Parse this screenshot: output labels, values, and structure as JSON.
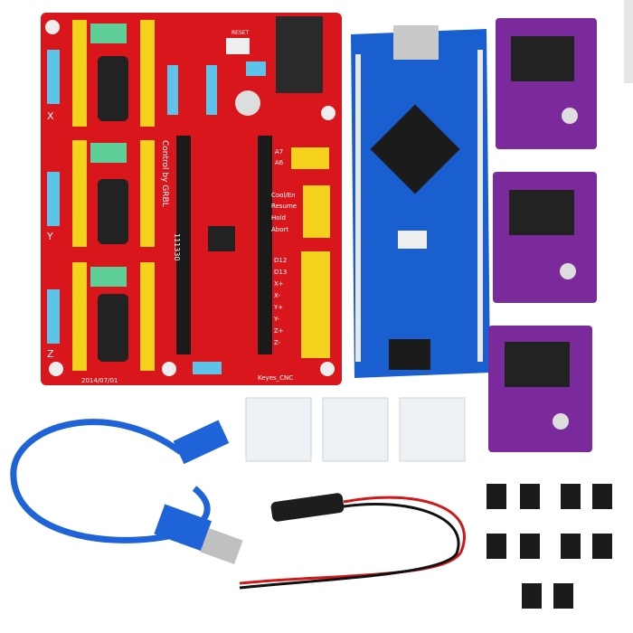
{
  "cnc_shield": {
    "axis_labels": [
      "X",
      "Y",
      "Z"
    ],
    "control_text": "Control by GRBL",
    "version_text": "111330",
    "date_text": "2014/07/01",
    "brand_text": "Keyes_CNC",
    "reset_label": "RESET",
    "analog_labels": [
      "A7",
      "A6"
    ],
    "control_labels": [
      "Cool/En",
      "Resume",
      "Hold",
      "Abort"
    ],
    "pin_labels": [
      "D12",
      "D13",
      "X+",
      "X-",
      "Y+",
      "Y-",
      "Z+",
      "Z-"
    ],
    "colors": {
      "board": "#d9161c",
      "headers": "#f5d21e",
      "connectors": "#5ec3e8"
    }
  },
  "nano": {
    "colors": {
      "board": "#1a5fd0",
      "chip": "#1b1b1b"
    }
  },
  "drivers": {
    "count": 3,
    "colors": {
      "board": "#7a2a9a"
    }
  },
  "heatsinks": {
    "count": 3
  },
  "jumpers": {
    "count": 10
  }
}
